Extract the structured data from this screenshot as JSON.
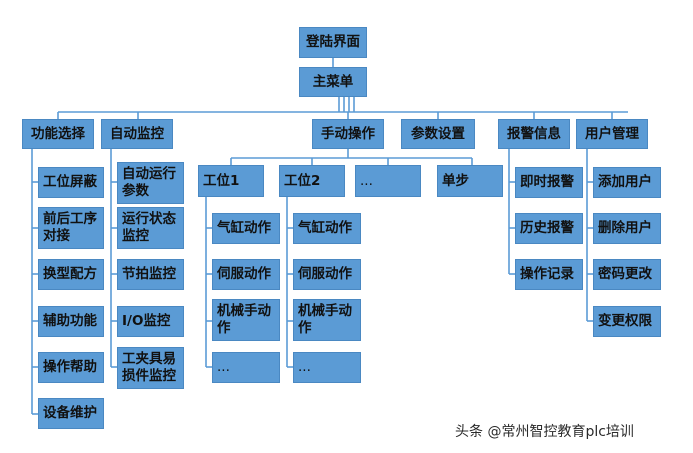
{
  "diagram": {
    "root": "登陆界面",
    "main_menu": "主菜单",
    "categories": {
      "function_select": "功能选择",
      "auto_monitor": "自动监控",
      "manual_operation": "手动操作",
      "parameter_setting": "参数设置",
      "alarm_info": "报警信息",
      "user_management": "用户管理"
    },
    "function_select_items": [
      "工位屏蔽",
      "前后工序对接",
      "换型配方",
      "辅助功能",
      "操作帮助",
      "设备维护"
    ],
    "auto_monitor_items": [
      "自动运行参数",
      "运行状态监控",
      "节拍监控",
      "I/O监控",
      "工夹具易损件监控"
    ],
    "manual_stations": [
      "工位1",
      "工位2",
      "...",
      "单步"
    ],
    "station1_items": [
      "气缸动作",
      "伺服动作",
      "机械手动作",
      "..."
    ],
    "station2_items": [
      "气缸动作",
      "伺服动作",
      "机械手动作",
      "..."
    ],
    "alarm_items": [
      "即时报警",
      "历史报警",
      "操作记录"
    ],
    "user_items": [
      "添加用户",
      "删除用户",
      "密码更改",
      "变更权限"
    ]
  },
  "watermark": "头条 @常州智控教育plc培训",
  "colors": {
    "box_fill": "#5b9bd5",
    "box_border": "#4a88c2",
    "connector": "#5b9bd5"
  }
}
